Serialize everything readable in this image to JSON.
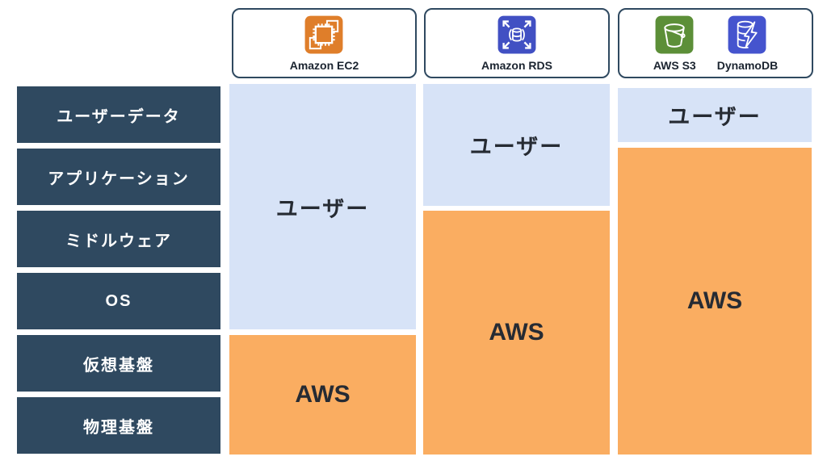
{
  "layers": [
    {
      "label": "ユーザーデータ"
    },
    {
      "label": "アプリケーション"
    },
    {
      "label": "ミドルウェア"
    },
    {
      "label": "OS"
    },
    {
      "label": "仮想基盤"
    },
    {
      "label": "物理基盤"
    }
  ],
  "columns": [
    {
      "header": {
        "services": [
          {
            "icon": "amazon-ec2-icon",
            "label": "Amazon EC2"
          }
        ]
      },
      "user_label": "ユーザー",
      "aws_label": "AWS"
    },
    {
      "header": {
        "services": [
          {
            "icon": "amazon-rds-icon",
            "label": "Amazon RDS"
          }
        ]
      },
      "user_label": "ユーザー",
      "aws_label": "AWS"
    },
    {
      "header": {
        "services": [
          {
            "icon": "aws-s3-icon",
            "label": "AWS S3"
          },
          {
            "icon": "dynamodb-icon",
            "label": "DynamoDB"
          }
        ]
      },
      "user_label": "ユーザー",
      "aws_label": "AWS"
    }
  ],
  "colors": {
    "layer_box": "#2F4960",
    "user_fill": "#D7E3F7",
    "aws_fill": "#FAAD61",
    "dark_text": "#262B33",
    "ec2_icon": "#DF7E2A",
    "rds_icon": "#4150C3",
    "s3_icon": "#5C8F38",
    "dynamodb_icon": "#4554CE"
  }
}
